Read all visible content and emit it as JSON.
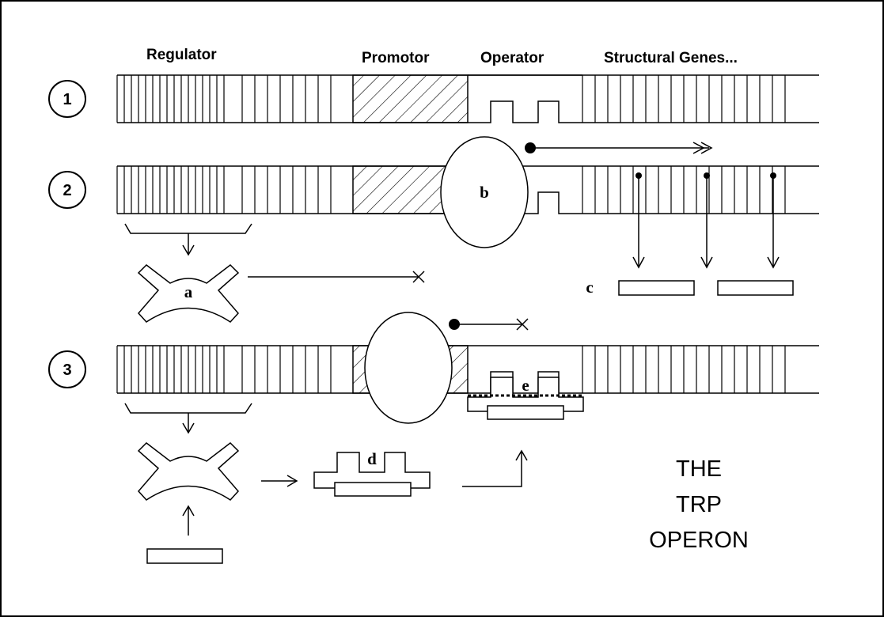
{
  "headers": {
    "regulator": "Regulator",
    "promotor": "Promotor",
    "operator": "Operator",
    "structural": "Structural Genes..."
  },
  "row_numbers": [
    "1",
    "2",
    "3"
  ],
  "labels": {
    "a": "a",
    "b": "b",
    "c": "c",
    "d": "d",
    "e": "e"
  },
  "title_lines": [
    "THE",
    "TRP",
    "OPERON"
  ]
}
